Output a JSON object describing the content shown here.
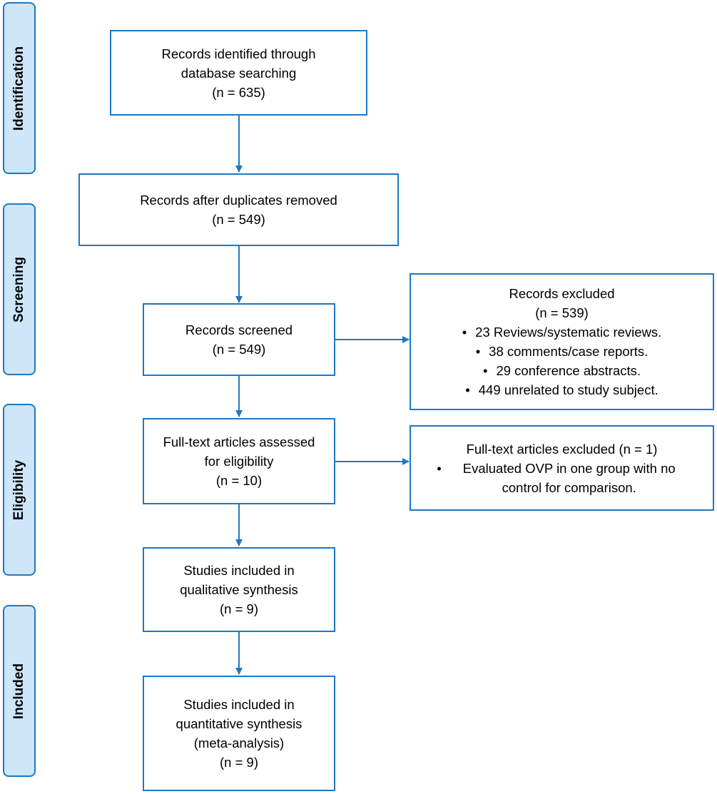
{
  "stages": [
    {
      "key": "identification",
      "label": "Identification"
    },
    {
      "key": "screening",
      "label": "Screening"
    },
    {
      "key": "eligibility",
      "label": "Eligibility"
    },
    {
      "key": "included",
      "label": "Included"
    }
  ],
  "boxes": {
    "identified": {
      "lines": [
        "Records identified through",
        "database searching",
        "(n = 635)"
      ]
    },
    "duplicates_removed": {
      "lines": [
        "Records after duplicates removed",
        "(n = 549)"
      ]
    },
    "screened": {
      "lines": [
        "Records screened",
        "(n = 549)"
      ]
    },
    "excluded": {
      "lines": [
        "Records excluded",
        "(n = 539)"
      ],
      "bullets": [
        "23 Reviews/systematic reviews.",
        "38 comments/case reports.",
        "29 conference abstracts.",
        "449 unrelated to study subject."
      ]
    },
    "fulltext_assessed": {
      "lines": [
        "Full-text articles assessed",
        "for eligibility",
        "(n = 10)"
      ]
    },
    "fulltext_excluded": {
      "lines": [
        "Full-text articles excluded (n = 1)"
      ],
      "bullets": [
        "Evaluated OVP in one group with no control for comparison."
      ]
    },
    "qualitative": {
      "lines": [
        "Studies included in",
        "qualitative synthesis",
        "(n = 9)"
      ]
    },
    "quantitative": {
      "lines": [
        "Studies included in",
        "quantitative synthesis",
        "(meta-analysis)",
        "(n = 9)"
      ]
    }
  },
  "colors": {
    "accent": "#1f78c1",
    "stage_fill": "#cde6f8"
  }
}
